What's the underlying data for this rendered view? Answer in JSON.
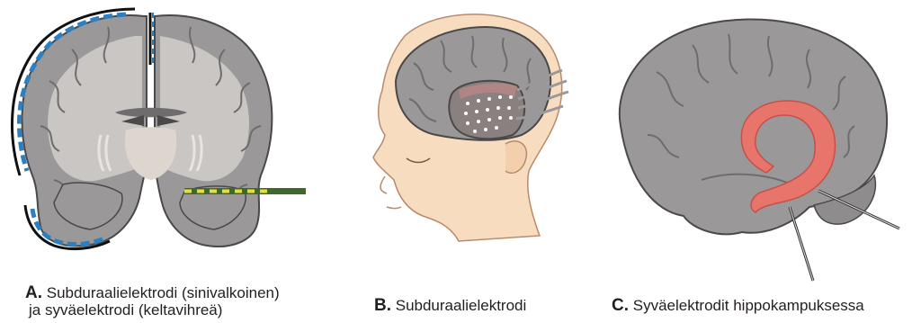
{
  "panels": [
    {
      "letter": "A.",
      "caption_line1": "Subduraalielektrodi (sinivalkoinen)",
      "caption_line2": "ja syväelektrodi (keltavihreä)"
    },
    {
      "letter": "B.",
      "caption_line1": "Subduraalielektrodi"
    },
    {
      "letter": "C.",
      "caption_line1": "Syväelektrodit hippokampuksessa"
    }
  ],
  "colors": {
    "brain_gray": "#9a9898",
    "white_matter": "#c9c6c4",
    "electrode_blue": "#2c7fc1",
    "electrode_yellow": "#e8dd3a",
    "electrode_green": "#3c6a2a",
    "hippocampus": "#e8756b",
    "skin": "#f7dcc0"
  }
}
